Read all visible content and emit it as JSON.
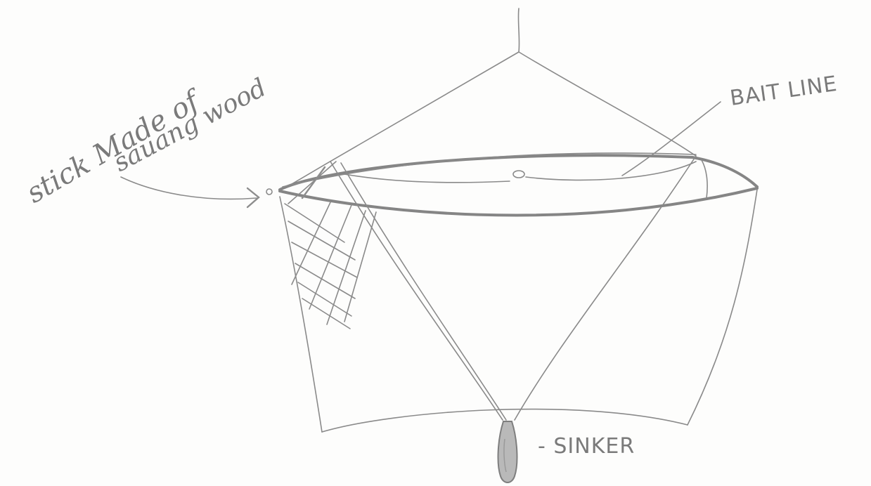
{
  "labels": {
    "stick_line1": "stick Made of",
    "stick_line2": "sauang wood",
    "bait_line": "BAIT LINE",
    "sinker": "- SINKER"
  },
  "colors": {
    "pencil": "#8a8a8a",
    "paper": "#fdfdfc"
  }
}
